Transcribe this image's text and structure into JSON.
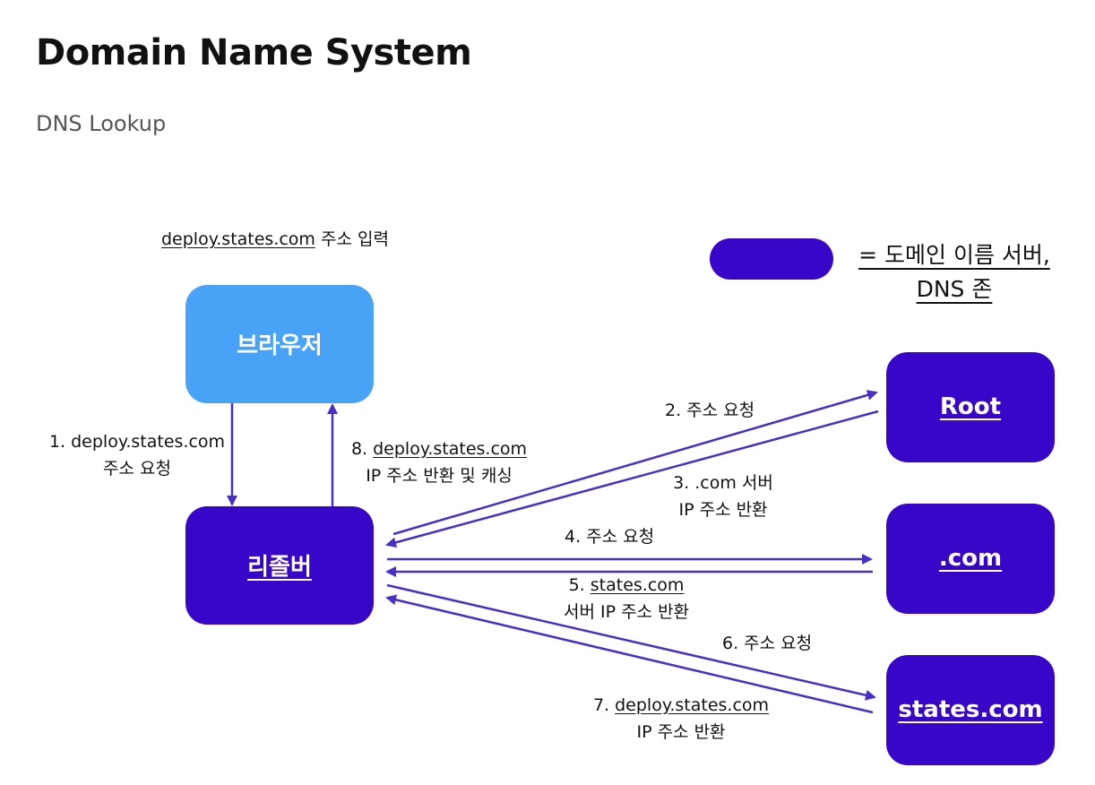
{
  "title": "Domain Name System",
  "subtitle": "DNS Lookup",
  "input_note": {
    "domain": "deploy.states.com",
    "suffix": " 주소 입력"
  },
  "legend": {
    "line1": "= 도메인 이름 서버,",
    "line2": "DNS 존",
    "color": "#3806c8"
  },
  "nodes": {
    "browser": "브라우저",
    "resolver": "리졸버",
    "root": "Root",
    "com": ".com",
    "states": "states.com"
  },
  "colors": {
    "browser": "#48a3f7",
    "server": "#3806c8",
    "arrow": "#4a2ec9"
  },
  "steps": {
    "s1": {
      "line1": "1. deploy.states.com",
      "line2": "주소 요청"
    },
    "s2": {
      "line1": "2. 주소 요청"
    },
    "s3": {
      "line1": "3. .com 서버",
      "line2": "IP 주소 반환"
    },
    "s4": {
      "line1": "4. 주소 요청"
    },
    "s5": {
      "prefix": "5. ",
      "domain": "states.com",
      "line2": "서버 IP 주소 반환"
    },
    "s6": {
      "line1": "6. 주소 요청"
    },
    "s7": {
      "prefix": "7. ",
      "domain": "deploy.states.com",
      "line2": "IP 주소 반환"
    },
    "s8": {
      "prefix": "8. ",
      "domain": "deploy.states.com",
      "line2": "IP 주소 반환 및 캐싱"
    }
  }
}
